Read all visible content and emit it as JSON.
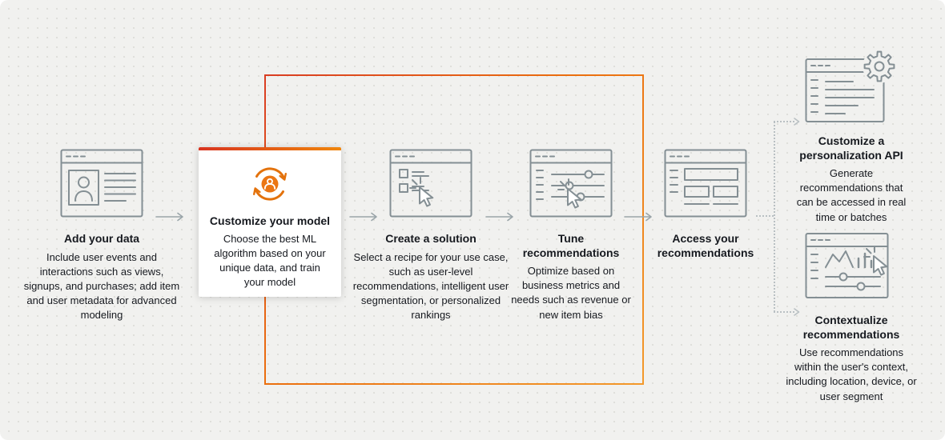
{
  "colors": {
    "background": "#f1f1ef",
    "accent_orange": "#ec7211",
    "accent_red": "#d8331f",
    "icon_stroke": "#848f94",
    "arrow_gray": "#9aa5a9",
    "text": "#16191f",
    "card_background": "#ffffff"
  },
  "steps": [
    {
      "id": "add-your-data",
      "icon": "browser-user-profile-icon",
      "title": "Add your data",
      "description": "Include user events and interactions such as views, signups, and purchases; add item and user metadata for advanced modeling"
    },
    {
      "id": "customize-your-model",
      "icon": "user-training-cycle-icon",
      "title": "Customize your model",
      "description": "Choose the best ML algorithm based on your unique data, and train your model"
    },
    {
      "id": "create-a-solution",
      "icon": "browser-recipe-cursor-icon",
      "title": "Create a solution",
      "description": "Select a recipe for your use case, such as user-level recommendations, intelligent user segmentation, or personalized rankings"
    },
    {
      "id": "tune-recommendations",
      "icon": "browser-sliders-cursor-icon",
      "title": "Tune recommendations",
      "description": "Optimize based on business metrics and needs such as revenue or new item bias"
    },
    {
      "id": "access-your-recommendations",
      "icon": "browser-results-icon",
      "title": "Access your recommendations",
      "description": ""
    }
  ],
  "outputs": [
    {
      "id": "customize-a-personalization-api",
      "icon": "browser-gear-icon",
      "title": "Customize a personalization API",
      "description": "Generate recommendations that can be accessed in real time or batches"
    },
    {
      "id": "contextualize-recommendations",
      "icon": "browser-analytics-cursor-icon",
      "title": "Contextualize recommendations",
      "description": "Use recommendations within the user's context, including location, device, or user segment"
    }
  ]
}
